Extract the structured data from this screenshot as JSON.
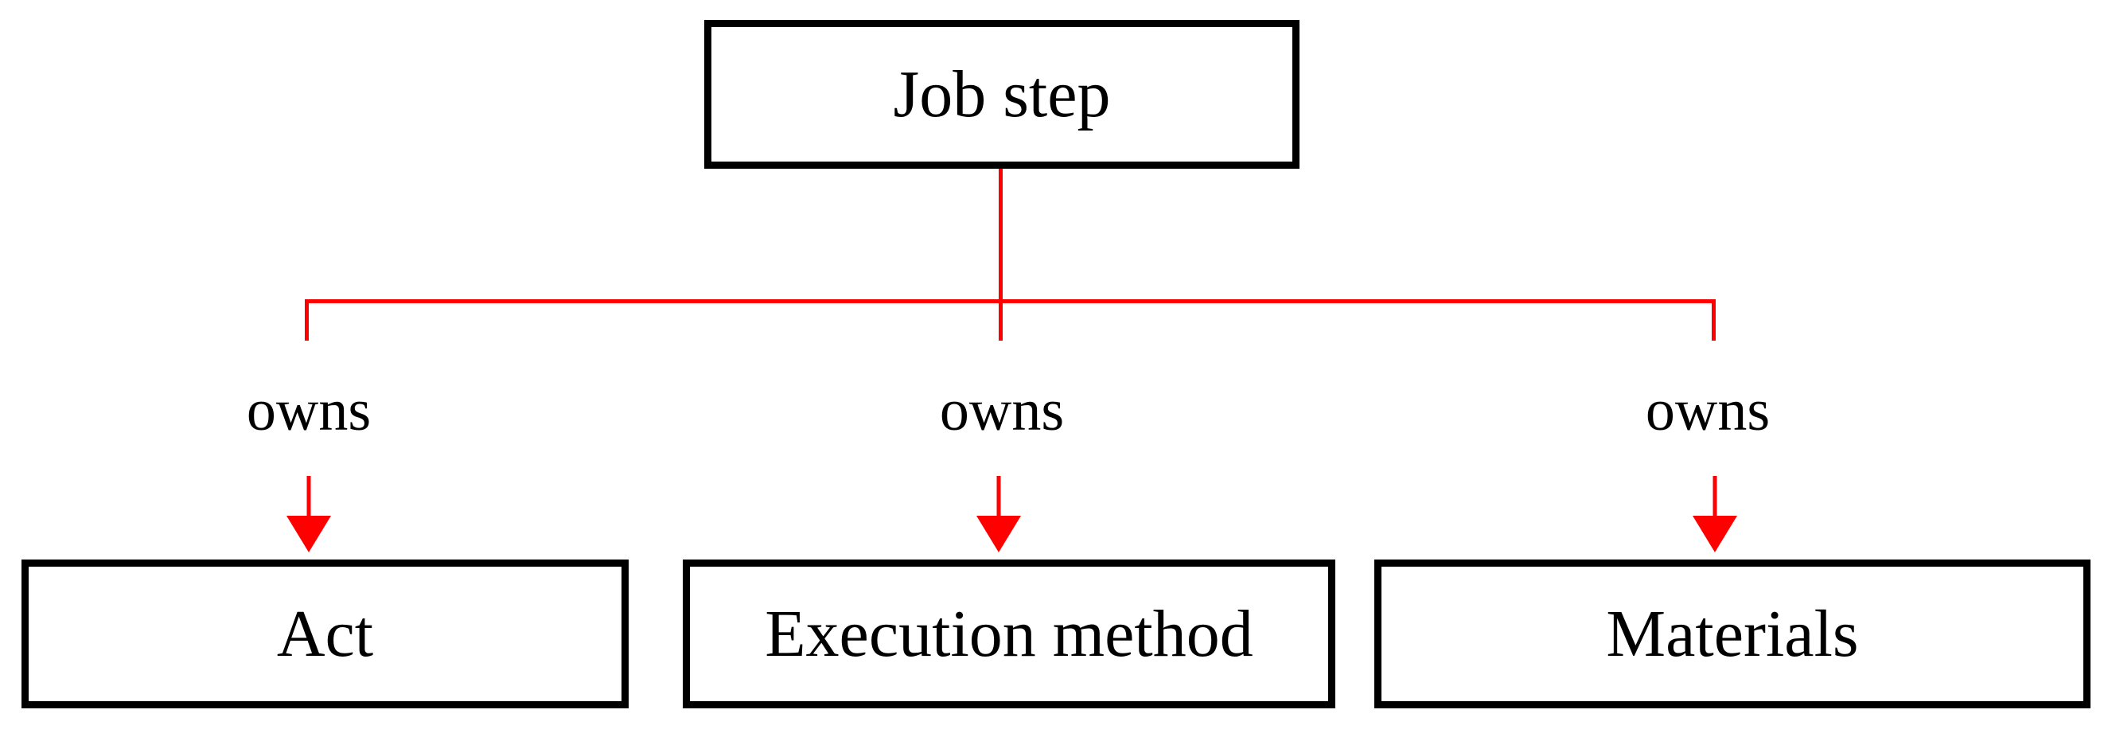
{
  "diagram": {
    "root": {
      "label": "Job step"
    },
    "edges": [
      {
        "label": "owns"
      },
      {
        "label": "owns"
      },
      {
        "label": "owns"
      }
    ],
    "children": [
      {
        "label": "Act"
      },
      {
        "label": "Execution method"
      },
      {
        "label": "Materials"
      }
    ],
    "colors": {
      "connector": "#ff0000",
      "box_border": "#000000",
      "box_fill": "#ffffff",
      "text": "#000000",
      "background": "#ffffff"
    }
  }
}
